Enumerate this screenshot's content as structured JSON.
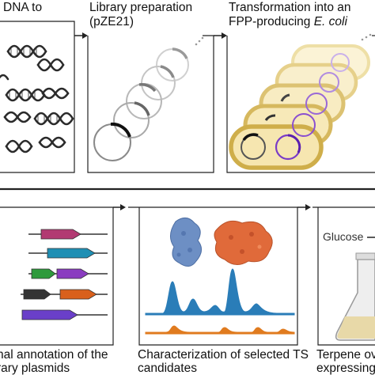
{
  "panels": {
    "top_left": {
      "title_line1": "DNA to"
    },
    "top_middle": {
      "title_line1": "Library preparation",
      "title_line2": "(pZE21)"
    },
    "top_right": {
      "title_line1": "Transformation into an",
      "title_line2_prefix": "FPP-producing ",
      "title_line2_italic": "E. coli"
    },
    "bottom_left": {
      "caption_line1": "nal annotation of the",
      "caption_line2": "rary plasmids"
    },
    "bottom_middle": {
      "caption_line1": "Characterization of selected TS",
      "caption_line2": "candidates"
    },
    "bottom_right": {
      "label": "Glucose",
      "caption_line1": "Terpene ov",
      "caption_line2": "expressing"
    }
  },
  "colors": {
    "frame": "#222222",
    "dna": "#2b2b2b",
    "plasmid_light": "#b8b8b8",
    "plasmid_dark": "#333333",
    "cell_fill": "#f7e9b8",
    "cell_border": "#d9b85a",
    "purple": "#7a3cc7",
    "peaks": "#2a7db8",
    "peaks2": "#e07b1f",
    "protein_blue": "#6d8fc4",
    "protein_orange": "#e06a3a",
    "flask": "#c8b98a"
  },
  "gene_colors": [
    "#b23a72",
    "#1f8fb4",
    "#2e9a3c",
    "#8a3cc0",
    "#333333",
    "#d9601c",
    "#6a3fc9"
  ]
}
